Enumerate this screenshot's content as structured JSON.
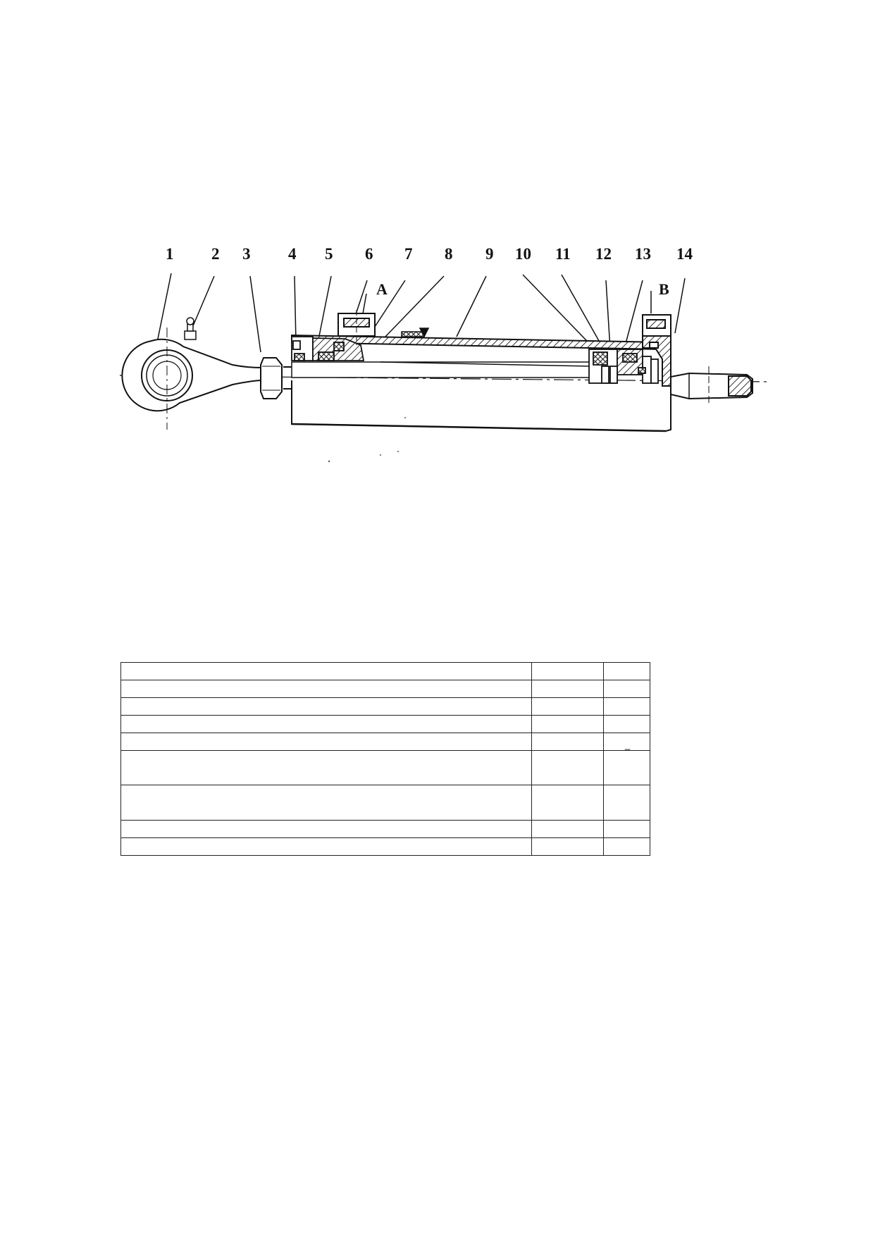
{
  "diagram": {
    "part_numbers": [
      "1",
      "2",
      "3",
      "4",
      "5",
      "6",
      "7",
      "8",
      "9",
      "10",
      "11",
      "12",
      "13",
      "14"
    ],
    "ports": {
      "a": "A",
      "b": "B"
    },
    "colors": {
      "ink": "#111111",
      "hatch": "#333333",
      "background": "#ffffff"
    }
  },
  "table": {
    "rows": [
      [
        "",
        "",
        ""
      ],
      [
        "",
        "",
        ""
      ],
      [
        "",
        "",
        ""
      ],
      [
        "",
        "",
        ""
      ],
      [
        "",
        "",
        "_"
      ],
      [
        "",
        "",
        ""
      ],
      [
        "",
        "",
        ""
      ],
      [
        "",
        "",
        ""
      ],
      [
        "",
        "",
        ""
      ]
    ]
  }
}
